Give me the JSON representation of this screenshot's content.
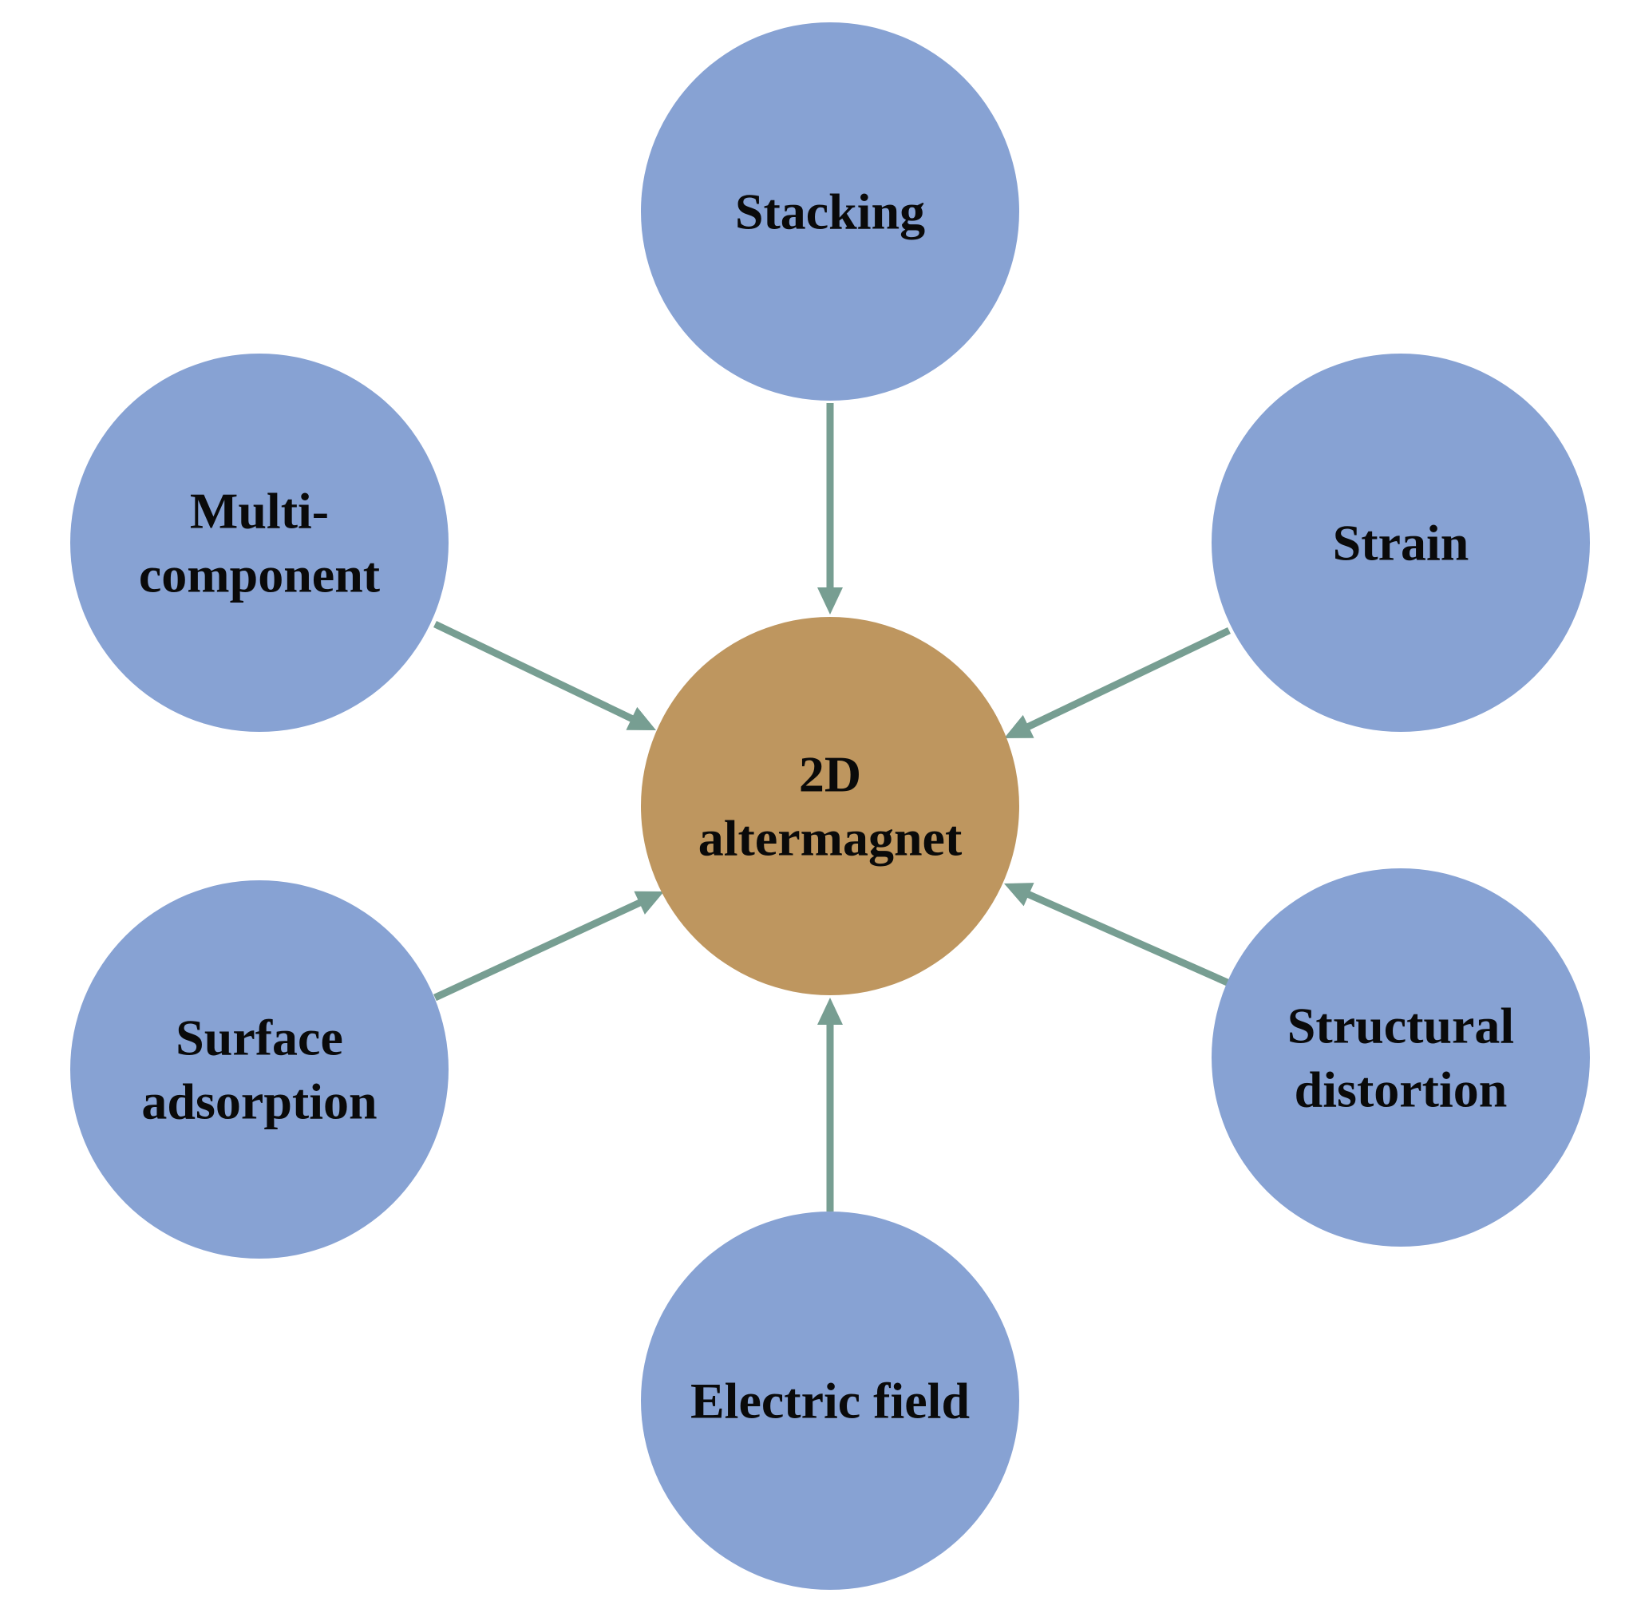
{
  "diagram": {
    "colors": {
      "outer_node": "#87A2D3",
      "center_node": "#BE965F",
      "arrow": "#779E92",
      "text": "#0a0a0a"
    },
    "center": {
      "lines": [
        "2D",
        "altermagnet"
      ]
    },
    "nodes": [
      {
        "id": "stacking",
        "lines": [
          "Stacking"
        ]
      },
      {
        "id": "strain",
        "lines": [
          "Strain"
        ]
      },
      {
        "id": "structural-distortion",
        "lines": [
          "Structural",
          "distortion"
        ]
      },
      {
        "id": "electric-field",
        "lines": [
          "Electric field"
        ]
      },
      {
        "id": "surface-adsorption",
        "lines": [
          "Surface",
          "adsorption"
        ]
      },
      {
        "id": "multi-component",
        "lines": [
          "Multi-",
          "component"
        ]
      }
    ]
  }
}
